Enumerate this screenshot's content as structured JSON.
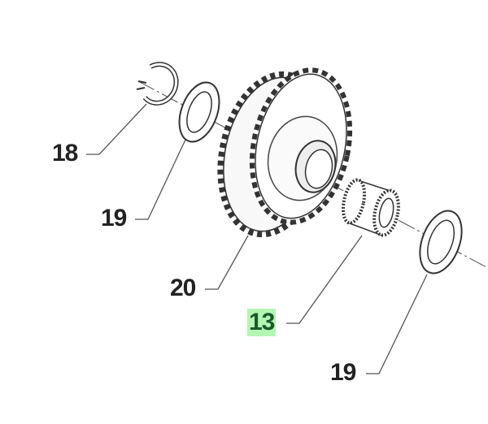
{
  "callouts": [
    {
      "number": "18",
      "part": "snap-ring"
    },
    {
      "number": "19",
      "part": "thrust-washer-left"
    },
    {
      "number": "20",
      "part": "gear"
    },
    {
      "number": "13",
      "part": "needle-bearing",
      "highlighted": true
    },
    {
      "number": "19",
      "part": "thrust-washer-right"
    }
  ],
  "colors": {
    "highlight": "#b3f5b3",
    "highlight_text": "#1a5a2a",
    "line": "#555555"
  }
}
